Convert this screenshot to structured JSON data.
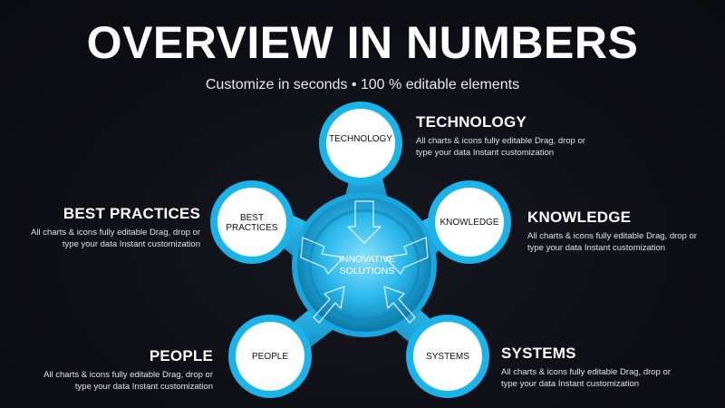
{
  "header": {
    "title": "OVERVIEW IN NUMBERS",
    "subtitle": "Customize in seconds • 100 % editable elements"
  },
  "center": {
    "line1": "INNOVATIVE",
    "line2": "SOLUTIONS"
  },
  "colors": {
    "accent": "#1ab3ea",
    "accent_light": "#5fd0f5",
    "accent_dark": "#0a6f99",
    "background": "#0d0e14",
    "node_fill": "#ffffff"
  },
  "nodes": [
    {
      "id": "technology",
      "label": "TECHNOLOGY",
      "heading": "TECHNOLOGY",
      "body": "All charts & icons fully editable Drag, drop or type your data Instant customization"
    },
    {
      "id": "knowledge",
      "label": "KNOWLEDGE",
      "heading": "KNOWLEDGE",
      "body": "All charts & icons fully editable Drag, drop or type your data Instant customization"
    },
    {
      "id": "systems",
      "label": "SYSTEMS",
      "heading": "SYSTEMS",
      "body": "All charts & icons fully editable Drag, drop or type your data Instant customization"
    },
    {
      "id": "people",
      "label": "PEOPLE",
      "heading": "PEOPLE",
      "body": "All charts & icons fully editable Drag, drop or type your data Instant customization"
    },
    {
      "id": "best-practices",
      "label": "BEST PRACTICES",
      "heading": "BEST PRACTICES",
      "body": "All charts & icons fully editable Drag, drop or type your data Instant customization"
    }
  ]
}
